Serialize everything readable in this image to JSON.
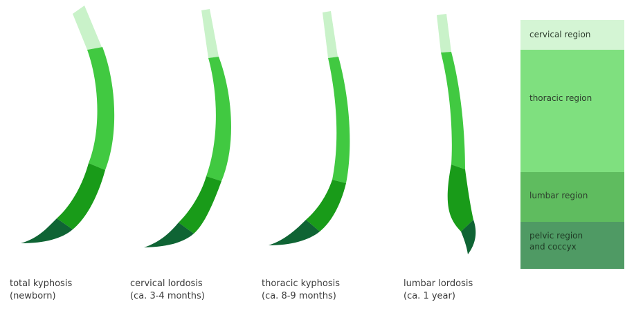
{
  "colors": {
    "cervical": "#c9f2c9",
    "thoracic": "#41c941",
    "lumbar": "#199b19",
    "pelvic": "#0f6434",
    "legend_cervical": "#d4f5d4",
    "legend_thoracic": "#7fe07f",
    "legend_lumbar": "#5fbc5f",
    "legend_pelvic": "#4f9a64"
  },
  "spines": [
    {
      "line1": "total kyphosis",
      "line2": "(newborn)"
    },
    {
      "line1": "cervical lordosis",
      "line2": "(ca. 3-4 months)"
    },
    {
      "line1": "thoracic kyphosis",
      "line2": "(ca. 8-9 months)"
    },
    {
      "line1": "lumbar lordosis",
      "line2": "(ca. 1 year)"
    }
  ],
  "legend": [
    {
      "key": "cervical",
      "line1": "cervical region",
      "line2": ""
    },
    {
      "key": "thoracic",
      "line1": "thoracic region",
      "line2": ""
    },
    {
      "key": "lumbar",
      "line1": "lumbar region",
      "line2": ""
    },
    {
      "key": "pelvic",
      "line1": "pelvic region",
      "line2": "and coccyx"
    }
  ]
}
